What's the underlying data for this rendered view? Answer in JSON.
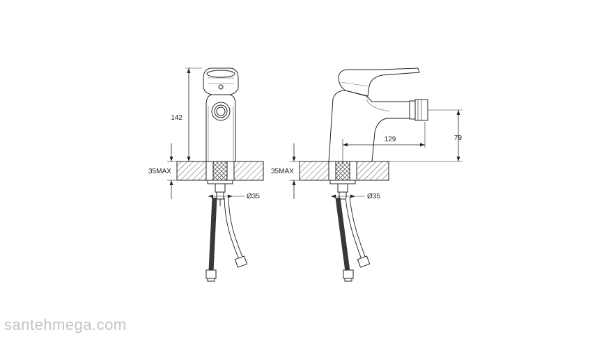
{
  "front_view": {
    "height_label": "142",
    "deck_label": "35MAX",
    "hole_label": "Ø35"
  },
  "side_view": {
    "reach_label": "129",
    "outlet_height_label": "79",
    "deck_label": "35MAX",
    "hole_label": "Ø35"
  },
  "watermark": "santehmega.com",
  "colors": {
    "line": "#222222",
    "watermark": "#c4c4c4"
  }
}
